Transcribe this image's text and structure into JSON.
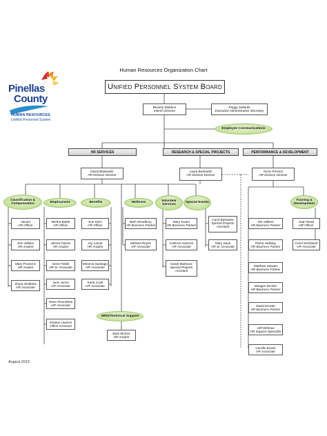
{
  "logo": {
    "line1": "Pinellas",
    "line2": "County",
    "line3": "HUMAN RESOURCES",
    "line4": "Unified Personnel System"
  },
  "title": "Human Resources Organization Chart",
  "board": "Unified Personnel System Board",
  "director": {
    "name": "Beverly Waldron",
    "title": "Interim Director"
  },
  "assistant": {
    "name": "Peggy Sellards",
    "title": "Executive Administrative Secretary"
  },
  "employee_comm": "Employee Communications",
  "divisions": {
    "hr": "HR SERVICES",
    "rsp": "RESEARCH & SPECIAL PROJECTS",
    "pd": "PERFORMANCE & DEVELOPMENT"
  },
  "div_directors": {
    "hr": {
      "name": "David Blaisewitz",
      "title": "HR Division Director"
    },
    "rsp": {
      "name": "Laura Berkowitz",
      "title": "HR Division Director"
    },
    "pd": {
      "name": "Gene Pressor",
      "title": "HR Division Director"
    }
  },
  "ovals": {
    "class": "Classification & Compensation",
    "emp": "Employment",
    "ben": "Benefits",
    "well": "Wellness",
    "vol": "Volunteer Services",
    "spec": "Special Events",
    "hris": "HRIS/Technical Support",
    "train": "Training & Development"
  },
  "col_class": [
    {
      "name": "Vacant",
      "title": "HR Officer"
    },
    {
      "name": "Joni Valliere",
      "title": "HR Analyst"
    },
    {
      "name": "Mary Flockerzi",
      "title": "HR Analyst"
    },
    {
      "name": "Shara Stubbins",
      "title": "HR Associate"
    }
  ],
  "col_emp": [
    {
      "name": "Bertha Battle",
      "title": "HR Officer"
    },
    {
      "name": "James Owens",
      "title": "HR Analyst"
    },
    {
      "name": "Gene Fields",
      "title": "HR Sr Associate"
    },
    {
      "name": "Jane Jones",
      "title": "HR Associate"
    },
    {
      "name": "Gwen Roundtree",
      "title": "HR Associate"
    },
    {
      "name": "Kristine Lawson",
      "title": "Office Assistant"
    }
  ],
  "col_ben": [
    {
      "name": "Sue Keim",
      "title": "HR Officer"
    },
    {
      "name": "Joy Lamar",
      "title": "HR Analyst"
    },
    {
      "name": "Minerva Santiago",
      "title": "HR Associate"
    },
    {
      "name": "Karla Cook",
      "title": "HR Associate"
    }
  ],
  "col_well": [
    {
      "name": "Beth Woodbury",
      "title": "HR Business Partner"
    },
    {
      "name": "Melissa Reyes",
      "title": "HR Associate"
    }
  ],
  "col_vol": [
    {
      "name": "Mary Kwam",
      "title": "HR Business Partner"
    },
    {
      "name": "Cathrice Harmon",
      "title": "HR Associate"
    },
    {
      "name": "Sarah Markovic",
      "title": "Special Projects Assistant"
    }
  ],
  "col_spec": [
    {
      "name": "Carol Barkalow",
      "title": "Special Projects Assistant"
    },
    {
      "name": "Mary Sault",
      "title": "HR Sr Associate"
    }
  ],
  "hris": {
    "name": "Barb McKee",
    "title": "HR Analyst"
  },
  "col_pd": [
    {
      "name": "Jim Valliere",
      "title": "HR Business Partner"
    },
    {
      "name": "Rama Holliday",
      "title": "HR Business Partner"
    },
    {
      "name": "Matthew Stewart",
      "title": "HR Business Partner"
    },
    {
      "name": "Meagan Decker",
      "title": "HR Business Partner"
    },
    {
      "name": "David Drexler",
      "title": "HR Business Partner"
    },
    {
      "name": "Jeff Withrow",
      "title": "HR Support Specialist"
    },
    {
      "name": "Camille Evans",
      "title": "HR Associate"
    }
  ],
  "col_train": [
    {
      "name": "Joan Read",
      "title": "HR Officer"
    },
    {
      "name": "Carol Strickland",
      "title": "HR Associate"
    }
  ],
  "date": "August 2015"
}
